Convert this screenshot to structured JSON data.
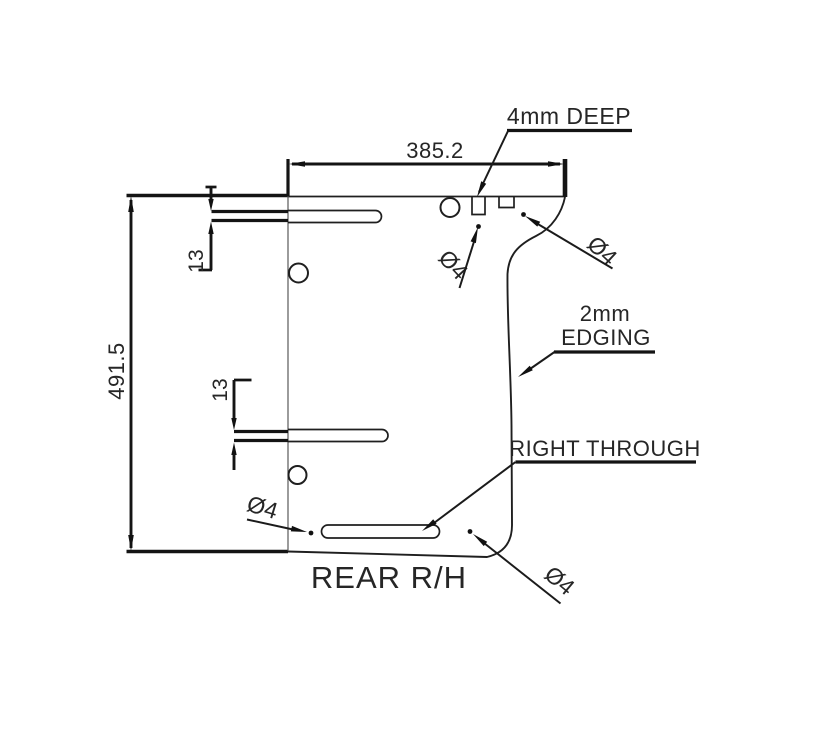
{
  "drawing": {
    "title": "REAR R/H",
    "dimensions": {
      "top_width": "385.2",
      "left_height": "491.5",
      "slot1_offset": "13",
      "slot2_offset": "13"
    },
    "callouts": {
      "notch_depth": "4mm DEEP",
      "edging_size": "2mm",
      "edging_word": "EDGING",
      "through": "RIGHT THROUGH",
      "dia_top_left": "Ø4",
      "dia_top_right": "Ø4",
      "dia_bottom_left": "Ø4",
      "dia_bottom_right": "Ø4"
    },
    "colors": {
      "ink": "#1f1f1f",
      "text": "#262626",
      "background": "#ffffff"
    }
  }
}
